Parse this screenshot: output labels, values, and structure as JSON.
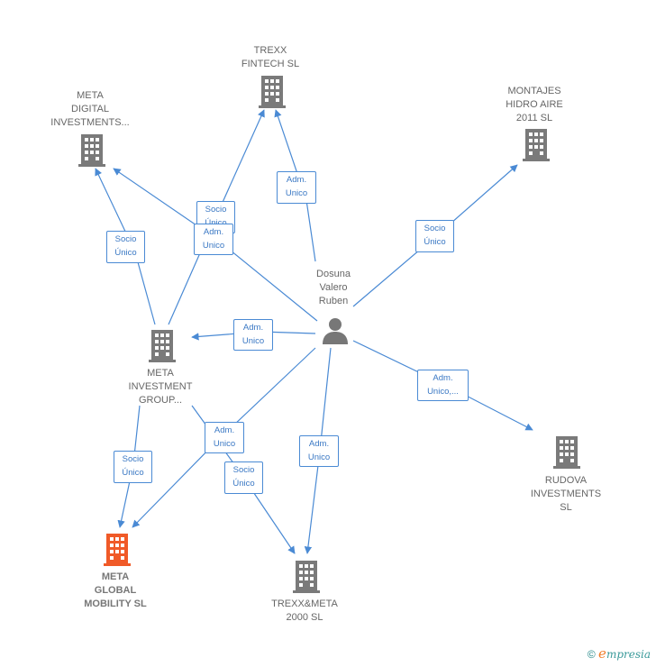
{
  "colors": {
    "edge": "#4a8ad4",
    "building": "#7a7a7a",
    "building_focus": "#f05a28",
    "person": "#777777"
  },
  "nodes": {
    "trexx_fintech": {
      "label": "TREXX\nFINTECH  SL",
      "icon": "building-icon"
    },
    "meta_digital": {
      "label": "META\nDIGITAL\nINVESTMENTS...",
      "icon": "building-icon"
    },
    "montajes": {
      "label": "MONTAJES\nHIDRO AIRE\n2011 SL",
      "icon": "building-icon"
    },
    "person": {
      "label": "Dosuna\nValero\nRuben",
      "icon": "person-icon"
    },
    "meta_investment": {
      "label": "META\nINVESTMENT\nGROUP...",
      "icon": "building-icon"
    },
    "rudova": {
      "label": "RUDOVA\nINVESTMENTS\nSL",
      "icon": "building-icon"
    },
    "meta_global": {
      "label": "META\nGLOBAL\nMOBILITY  SL",
      "icon": "building-icon"
    },
    "trexx_meta": {
      "label": "TREXX&META\n2000  SL",
      "icon": "building-icon"
    }
  },
  "edge_labels": {
    "socio_unico_trexx": "Socio\nÚnico",
    "adm_unico_trexx": "Adm.\nUnico",
    "socio_unico_digital": "Socio\nÚnico",
    "adm_unico_digital": "Adm.\nUnico",
    "socio_unico_montajes": "Socio\nÚnico",
    "adm_unico_group": "Adm.\nUnico",
    "adm_unico_rudova": "Adm.\nUnico,...",
    "socio_unico_global": "Socio\nÚnico",
    "adm_unico_global": "Adm.\nUnico",
    "socio_unico_trexxmeta": "Socio\nÚnico",
    "adm_unico_trexxmeta": "Adm.\nUnico"
  },
  "footer": {
    "copyright": "©",
    "brand_first": "e",
    "brand_rest": "mpresia"
  }
}
